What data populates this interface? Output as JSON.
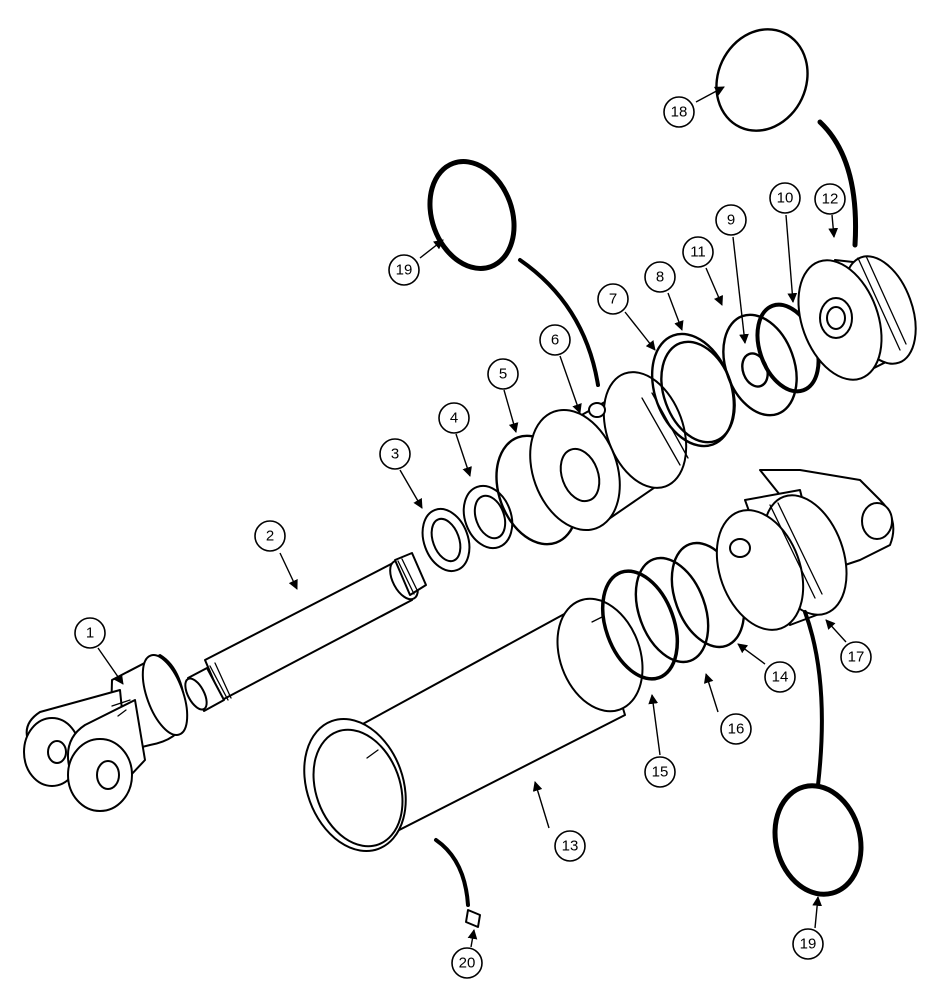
{
  "diagram": {
    "callouts": [
      {
        "label": "1"
      },
      {
        "label": "2"
      },
      {
        "label": "3"
      },
      {
        "label": "4"
      },
      {
        "label": "5"
      },
      {
        "label": "6"
      },
      {
        "label": "7"
      },
      {
        "label": "8"
      },
      {
        "label": "9"
      },
      {
        "label": "10"
      },
      {
        "label": "11"
      },
      {
        "label": "12"
      },
      {
        "label": "13"
      },
      {
        "label": "14"
      },
      {
        "label": "15"
      },
      {
        "label": "16"
      },
      {
        "label": "17"
      },
      {
        "label": "18"
      },
      {
        "label": "19"
      },
      {
        "label": "19"
      },
      {
        "label": "20"
      }
    ],
    "colors": {
      "line": "#000000",
      "background": "#ffffff"
    }
  }
}
